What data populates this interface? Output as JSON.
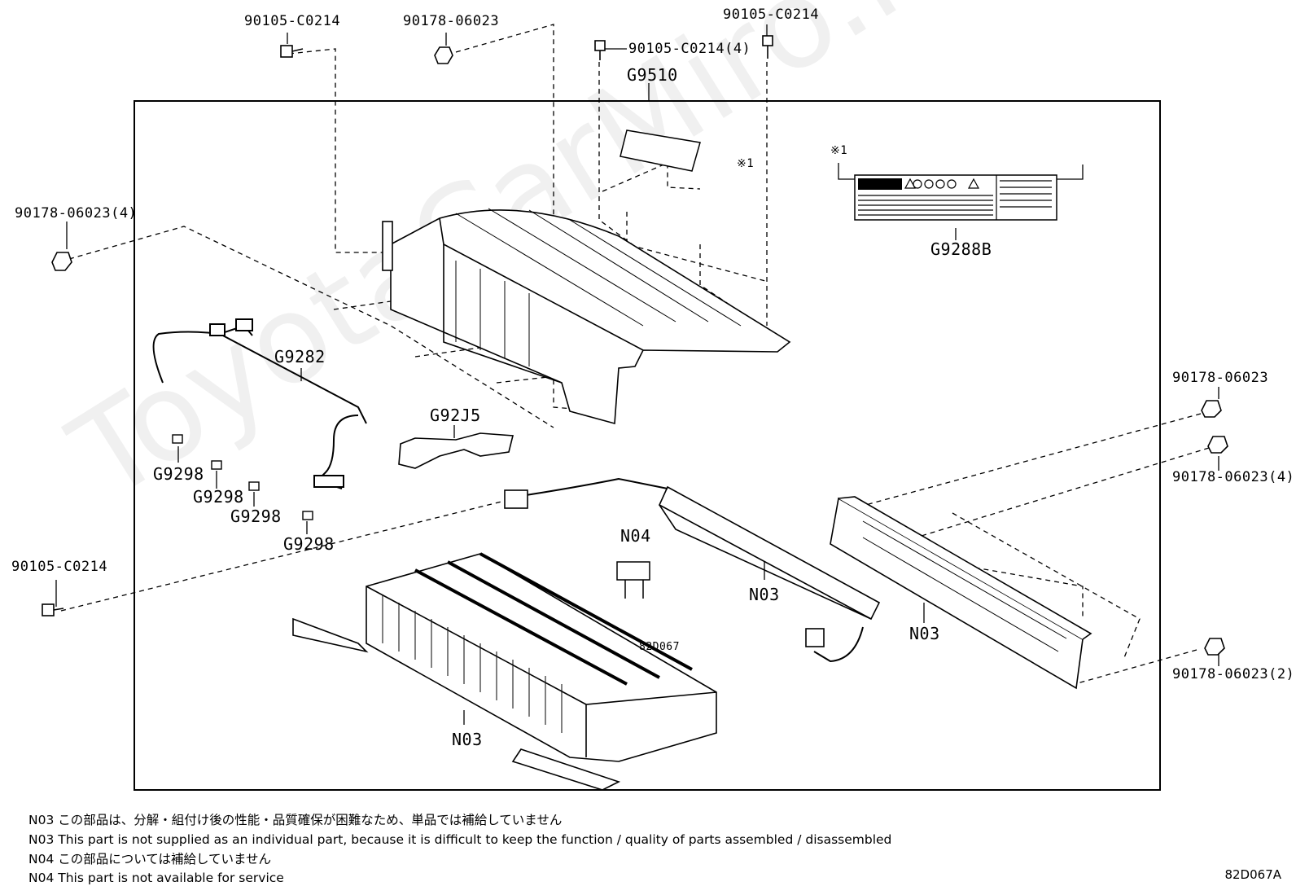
{
  "watermark": "ToyotaCarMiro.ru",
  "reference_id": "82D067A",
  "part_labels": {
    "bolt_top_left": "90105-C0214",
    "nut_top": "90178-06023",
    "bolt_top_4": "90105-C0214(4)",
    "bolt_top_right": "90105-C0214",
    "assembly": "G9510",
    "nut_left_4": "90178-06023(4)",
    "harness": "G9282",
    "cover_bracket": "G92J5",
    "clamp_1": "G9298",
    "clamp_2": "G9298",
    "clamp_3": "G9298",
    "clamp_4": "G9298",
    "label_plate": "G9288B",
    "asterisk_1": "※1",
    "asterisk_2": "※1",
    "bolt_bottom_left": "90105-C0214",
    "clip": "N04",
    "bus_bar": "N03",
    "bracket_right": "N03",
    "battery_stack": "N03",
    "nut_right_1": "90178-06023",
    "nut_right_4": "90178-06023(4)",
    "nut_right_2": "90178-06023(2)",
    "stack_code": "82D067"
  },
  "notes": [
    "N03 この部品は、分解・組付け後の性能・品質確保が困難なため、単品では補給していません",
    "N03 This part is not supplied as an individual part, because it is difficult to keep the function / quality of parts assembled / disassembled",
    "N04 この部品については補給していません",
    "N04 This part is not available for service"
  ]
}
